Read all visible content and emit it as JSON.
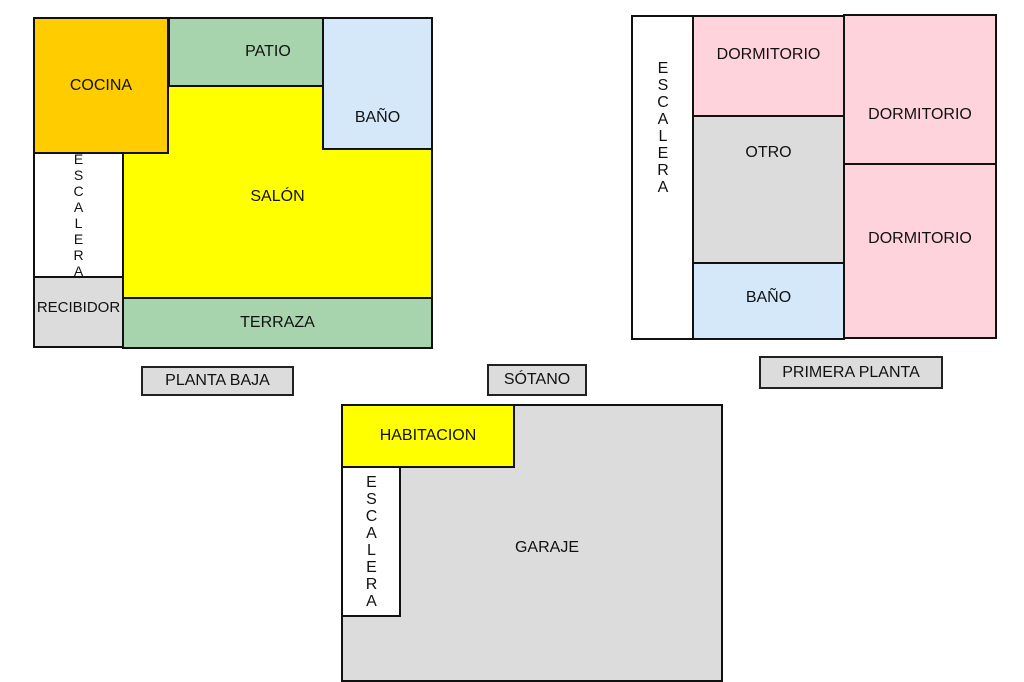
{
  "planta_baja": {
    "label": "PLANTA BAJA",
    "rooms": {
      "cocina": "COCINA",
      "patio": "PATIO",
      "bano": "BAÑO",
      "escalera": "ESCALERA",
      "salon": "SALÓN",
      "recibidor": "RECIBIDOR",
      "terraza": "TERRAZA"
    },
    "colors": {
      "cocina": "#ffcc00",
      "patio": "#a7d4ad",
      "bano": "#d4e8fa",
      "salon": "#ffff00",
      "recibidor": "#dcdcdc",
      "terraza": "#a7d4ad"
    }
  },
  "primera_planta": {
    "label": "PRIMERA PLANTA",
    "rooms": {
      "escalera": "ESCALERA",
      "dormitorio_1": "DORMITORIO",
      "dormitorio_2": "DORMITORIO",
      "dormitorio_3": "DORMITORIO",
      "otro": "OTRO",
      "bano": "BAÑO"
    },
    "colors": {
      "dormitorio": "#ffd3dc",
      "otro": "#dcdcdc",
      "bano": "#d4e8fa"
    }
  },
  "sotano": {
    "label": "SÓTANO",
    "rooms": {
      "habitacion": "HABITACION",
      "escalera": "ESCALERA",
      "garaje": "GARAJE"
    },
    "colors": {
      "habitacion": "#ffff00",
      "garaje": "#dcdcdc"
    }
  }
}
